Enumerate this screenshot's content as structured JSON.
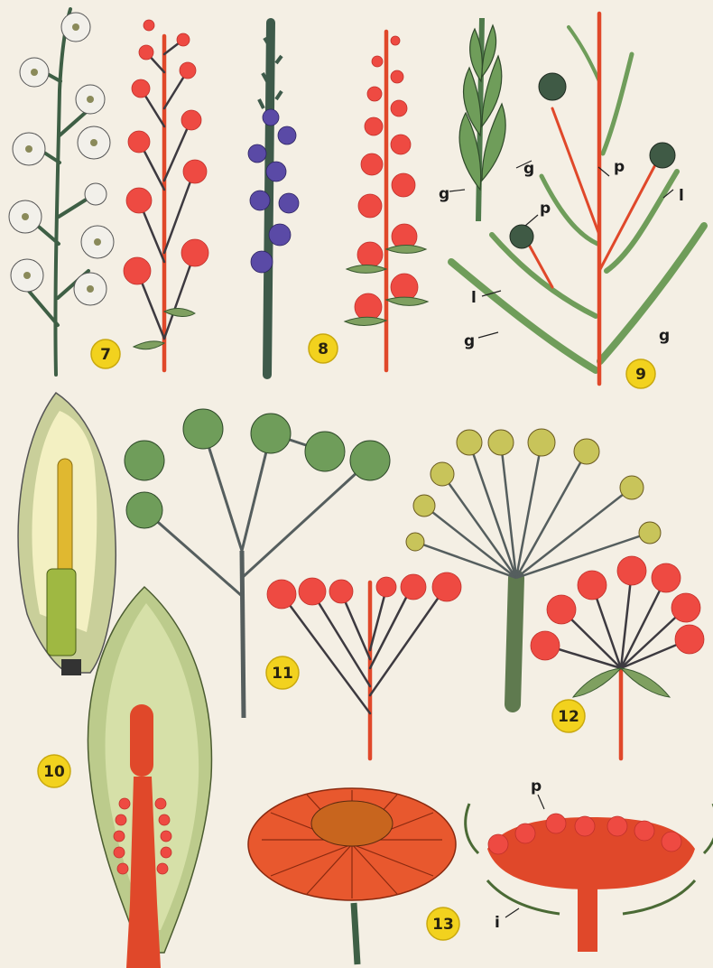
{
  "figure_numbers": [
    "7",
    "8",
    "9",
    "10",
    "11",
    "12",
    "13"
  ],
  "part_labels": {
    "g": "g",
    "p": "p",
    "l": "l",
    "i": "i"
  },
  "colors": {
    "background": "#f4efe4",
    "schematic_red": "#e0482a",
    "berry_red": "#ee4a42",
    "leaf_green": "#6f9d5a",
    "number_badge": "#f2d21e"
  }
}
